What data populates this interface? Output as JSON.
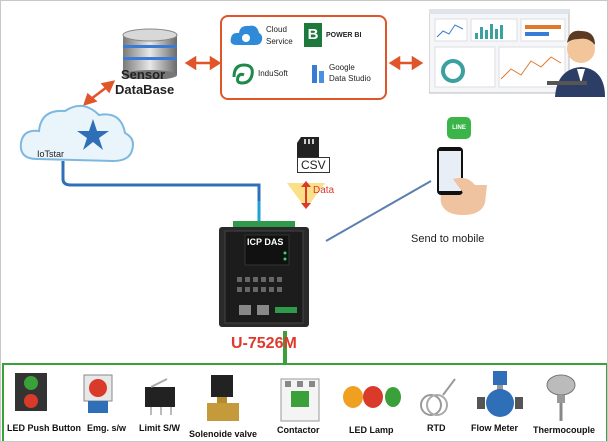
{
  "database": {
    "line1": "Sensor",
    "line2": "DataBase"
  },
  "iotstar": {
    "label": "IoTstar"
  },
  "services": {
    "cloud_service_1": "Cloud",
    "cloud_service_2": "Service",
    "powerbi": "POWER BI",
    "powerbi_letter": "B",
    "indusoft": "InduSoft",
    "google_1": "Google",
    "google_2": "Data Studio"
  },
  "csv": {
    "label": "CSV",
    "data": "Data"
  },
  "mobile": {
    "line_badge": "LINE",
    "send": "Send to mobile"
  },
  "device": {
    "name": "U-7526M",
    "brand": "ICP DAS"
  },
  "sensors": [
    {
      "label": "LED Push Button"
    },
    {
      "label": "Emg. s/w"
    },
    {
      "label": "Limit S/W"
    },
    {
      "label": "Solenoide valve"
    },
    {
      "label": "Contactor"
    },
    {
      "label": "LED Lamp"
    },
    {
      "label": "RTD"
    },
    {
      "label": "Flow Meter"
    },
    {
      "label": "Thermocouple"
    }
  ],
  "colors": {
    "arrow": "#e0552a",
    "wire_blue": "#2f6fb8",
    "wire_cyan": "#1ea0d8",
    "wire_green": "#3aa13a",
    "device_red": "#e0392b"
  }
}
